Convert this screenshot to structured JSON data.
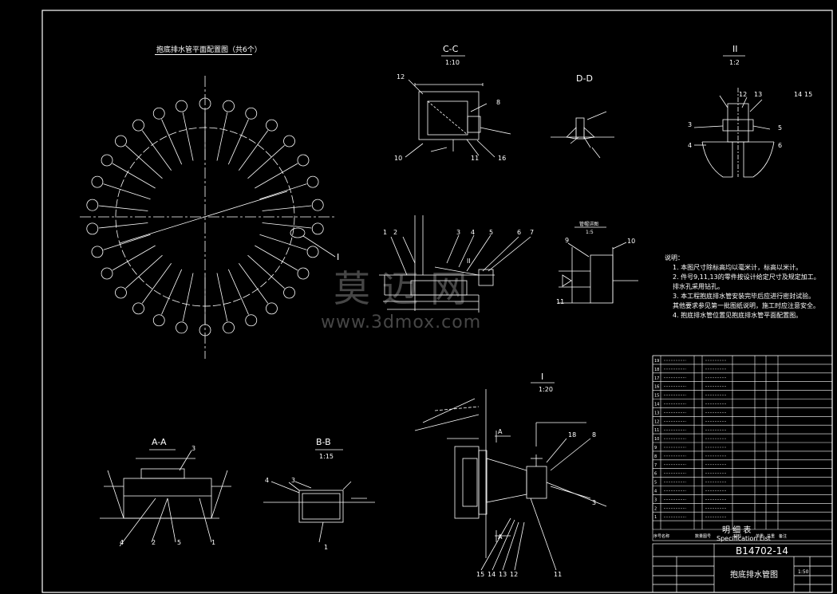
{
  "drawing": {
    "plan_title": "抱底排水管平面配置图（共6个）",
    "views": {
      "cc": {
        "title": "C-C",
        "scale": "1:10"
      },
      "dd": {
        "title": "D-D"
      },
      "ii": {
        "title": "II",
        "scale": "1:2"
      },
      "aa": {
        "title": "A-A"
      },
      "bb": {
        "title": "B-B",
        "scale": "1:15"
      },
      "i": {
        "title": "I",
        "scale": "1:20"
      },
      "detail": {
        "title": "管帽详图",
        "scale": "1:5"
      }
    },
    "callouts": [
      "1",
      "2",
      "3",
      "4",
      "5",
      "6",
      "7",
      "8",
      "9",
      "10",
      "11",
      "12",
      "13",
      "14",
      "15",
      "16",
      "18"
    ],
    "section_markers": {
      "a": "A",
      "roman_i": "I",
      "roman_ii": "II"
    }
  },
  "notes": {
    "heading": "说明：",
    "items": [
      "1. 本图尺寸除标高均以毫米计，标高以米计。",
      "2. 件号9,11,13的零件按设计给定尺寸及规定加工。",
      "   排水孔采用钻孔。",
      "3. 本工程抱底排水管安装完毕后应进行密封试验。",
      "   其他要求参见第一批图纸说明，施工时应注意安全。",
      "4. 抱底排水管位置见抱底排水管平面配置图。"
    ]
  },
  "spec_table": {
    "rows": [
      "19",
      "18",
      "17",
      "16",
      "15",
      "14",
      "13",
      "12",
      "11",
      "10",
      "9",
      "8",
      "7",
      "6",
      "5",
      "4",
      "3",
      "2",
      "1"
    ],
    "col_headers": [
      "序号",
      "名称",
      "数量",
      "图号",
      "材料",
      "单重",
      "总重",
      "备注"
    ],
    "header_cn": "明 细 表",
    "header_en": "Specification List"
  },
  "title_block": {
    "drawing_no": "B14702-14",
    "title": "抱底排水管图",
    "scale_label": "1:50"
  },
  "watermark": {
    "cn": "莫 迈 网",
    "url": "www.3dmox.com"
  },
  "colors": {
    "background": "#000000",
    "lines": "#ffffff",
    "frame": "#ffffff"
  }
}
